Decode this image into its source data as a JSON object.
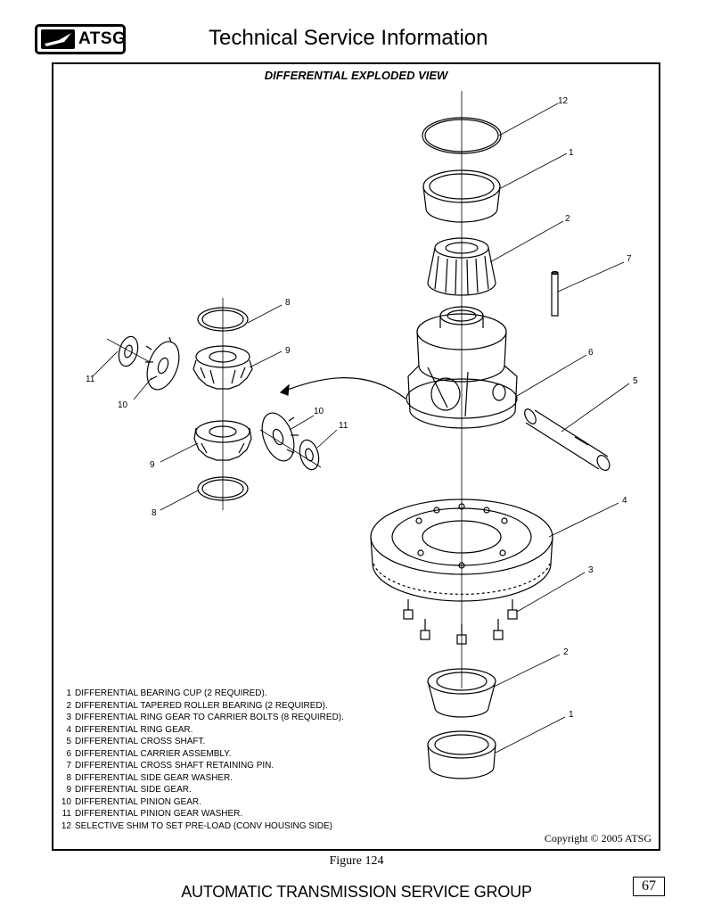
{
  "header": {
    "logo_text": "ATSG",
    "title": "Technical Service Information"
  },
  "diagram": {
    "title": "DIFFERENTIAL EXPLODED VIEW",
    "callouts": [
      "12",
      "1",
      "2",
      "7",
      "6",
      "5",
      "8",
      "9",
      "11",
      "10",
      "10",
      "11",
      "9",
      "8",
      "4",
      "3",
      "2",
      "1"
    ]
  },
  "legend": [
    {
      "num": "1",
      "text": "DIFFERENTIAL BEARING CUP (2 REQUIRED)."
    },
    {
      "num": "2",
      "text": "DIFFERENTIAL TAPERED ROLLER BEARING (2 REQUIRED)."
    },
    {
      "num": "3",
      "text": "DIFFERENTIAL RING GEAR TO CARRIER BOLTS (8 REQUIRED)."
    },
    {
      "num": "4",
      "text": "DIFFERENTIAL RING GEAR."
    },
    {
      "num": "5",
      "text": "DIFFERENTIAL CROSS SHAFT."
    },
    {
      "num": "6",
      "text": "DIFFERENTIAL CARRIER ASSEMBLY."
    },
    {
      "num": "7",
      "text": "DIFFERENTIAL CROSS SHAFT RETAINING PIN."
    },
    {
      "num": "8",
      "text": "DIFFERENTIAL SIDE GEAR WASHER."
    },
    {
      "num": "9",
      "text": "DIFFERENTIAL SIDE GEAR."
    },
    {
      "num": "10",
      "text": "DIFFERENTIAL PINION GEAR."
    },
    {
      "num": "11",
      "text": "DIFFERENTIAL PINION GEAR WASHER."
    },
    {
      "num": "12",
      "text": "SELECTIVE SHIM TO SET PRE-LOAD (CONV HOUSING SIDE)"
    }
  ],
  "copyright": "Copyright © 2005 ATSG",
  "figure_caption": "Figure 124",
  "footer": {
    "org": "AUTOMATIC TRANSMISSION SERVICE GROUP",
    "page_number": "67"
  }
}
